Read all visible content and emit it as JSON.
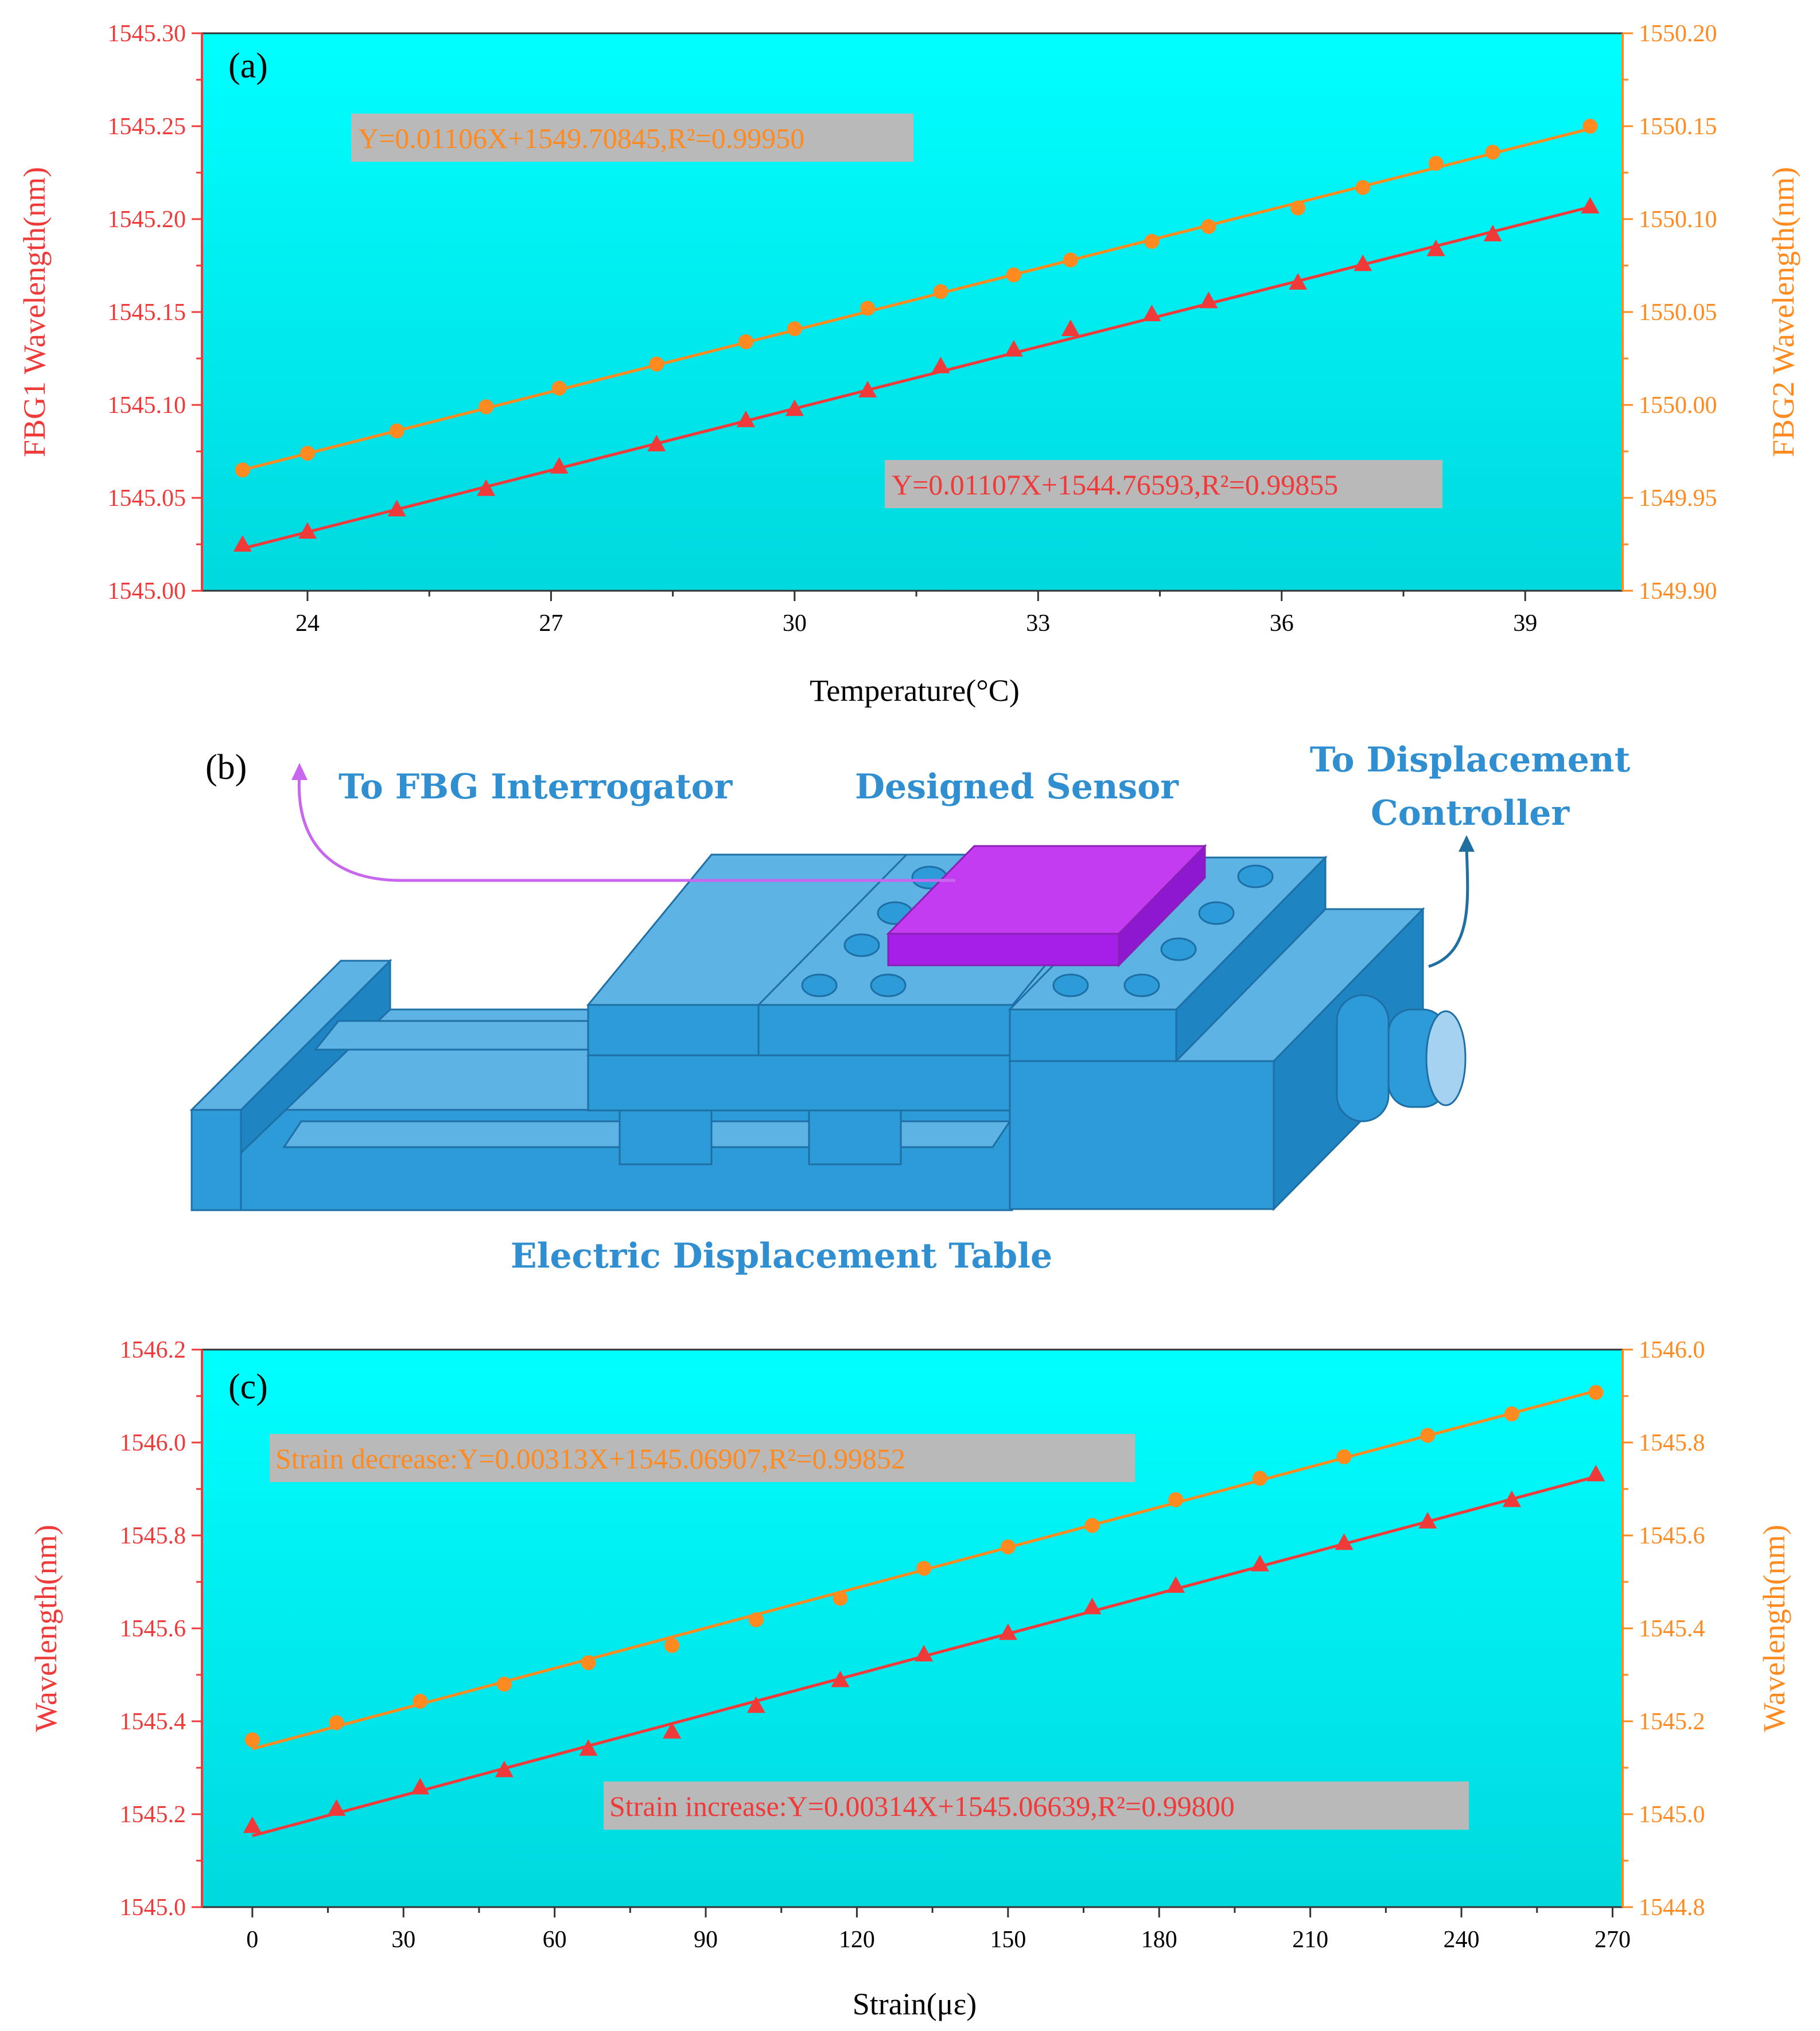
{
  "colors": {
    "red": "#f03a3a",
    "orange": "#ff8a1f",
    "plot_bg_top": "#00ffff",
    "plot_bg_bottom": "#00dbe0",
    "eqn_box": "#b9b9b9",
    "device_blue": "#2e9bd9",
    "sensor_purple": "#c43cf2",
    "label_blue": "#2f8fd0"
  },
  "chart_data": [
    {
      "panel_label": "(a)",
      "type": "line",
      "xlabel": "Temperature(°C)",
      "ylabel_left": "FBG1 Wavelength(nm)",
      "ylabel_right": "FBG2 Wavelength(nm)",
      "xlim": [
        22.7,
        40.2
      ],
      "ylim_left": [
        1545.0,
        1545.3
      ],
      "ylim_right": [
        1549.9,
        1550.2
      ],
      "x_ticks": [
        24,
        27,
        30,
        33,
        36,
        39
      ],
      "y_ticks_left": [
        "1545.00",
        "1545.05",
        "1545.10",
        "1545.15",
        "1545.20",
        "1545.25",
        "1545.30"
      ],
      "y_ticks_right": [
        "1549.90",
        "1549.95",
        "1550.00",
        "1550.05",
        "1550.10",
        "1550.15",
        "1550.20"
      ],
      "grid": false,
      "series": [
        {
          "axis": "right",
          "marker": "circle",
          "color": "#ff8a1f",
          "equation": "Y=0.01106X+1549.70845,R²=0.99950",
          "fit": {
            "slope": 0.01106,
            "intercept": 1549.70845
          },
          "x": [
            23.2,
            24.0,
            25.1,
            26.2,
            27.1,
            28.3,
            29.4,
            30.0,
            30.9,
            31.8,
            32.7,
            33.4,
            34.4,
            35.1,
            36.2,
            37.0,
            37.9,
            38.6,
            39.8
          ],
          "y": [
            1549.965,
            1549.974,
            1549.986,
            1549.999,
            1550.009,
            1550.022,
            1550.034,
            1550.041,
            1550.052,
            1550.061,
            1550.07,
            1550.078,
            1550.088,
            1550.096,
            1550.106,
            1550.117,
            1550.13,
            1550.136,
            1550.15
          ]
        },
        {
          "axis": "left",
          "marker": "triangle",
          "color": "#f03a3a",
          "equation": "Y=0.01107X+1544.76593,R²=0.99855",
          "fit": {
            "slope": 0.01107,
            "intercept": 1544.76593
          },
          "x": [
            23.2,
            24.0,
            25.1,
            26.2,
            27.1,
            28.3,
            29.4,
            30.0,
            30.9,
            31.8,
            32.7,
            33.4,
            34.4,
            35.1,
            36.2,
            37.0,
            37.9,
            38.6,
            39.8
          ],
          "y": [
            1545.025,
            1545.032,
            1545.044,
            1545.055,
            1545.067,
            1545.079,
            1545.092,
            1545.098,
            1545.108,
            1545.121,
            1545.13,
            1545.141,
            1545.149,
            1545.156,
            1545.166,
            1545.176,
            1545.184,
            1545.192,
            1545.207
          ]
        }
      ]
    },
    {
      "panel_label": "(c)",
      "type": "line",
      "xlabel": "Strain(με)",
      "ylabel_left": "Wavelength(nm)",
      "ylabel_right": "Wavelength(nm)",
      "xlim": [
        -10,
        272
      ],
      "ylim_left": [
        1544.9,
        1546.2
      ],
      "ylim_right": [
        1544.7,
        1546.0
      ],
      "x_ticks": [
        0,
        30,
        60,
        90,
        120,
        150,
        180,
        210,
        240,
        270
      ],
      "y_ticks_left": [
        "1545.0",
        "1545.2",
        "1545.4",
        "1545.6",
        "1545.8",
        "1546.0",
        "1546.2"
      ],
      "y_ticks_right": [
        "1544.8",
        "1545.0",
        "1545.2",
        "1545.4",
        "1545.6",
        "1545.8",
        "1546.0"
      ],
      "grid": false,
      "series": [
        {
          "axis": "right",
          "marker": "circle",
          "color": "#ff8a1f",
          "equation": "Strain decrease:Y=0.00313X+1545.06907,R²=0.99852",
          "fit": {
            "slope": 0.00313,
            "intercept": 1545.06907
          },
          "x": [
            0,
            16.7,
            33.3,
            50,
            66.7,
            83.3,
            100,
            116.7,
            133.3,
            150,
            166.7,
            183.3,
            200,
            216.7,
            233.3,
            250,
            266.7
          ],
          "y": [
            1545.09,
            1545.13,
            1545.18,
            1545.22,
            1545.27,
            1545.31,
            1545.37,
            1545.42,
            1545.49,
            1545.54,
            1545.59,
            1545.65,
            1545.7,
            1545.75,
            1545.8,
            1545.85,
            1545.9
          ]
        },
        {
          "axis": "left",
          "marker": "triangle",
          "color": "#f03a3a",
          "equation": "Strain increase:Y=0.00314X+1545.06639,R²=0.99800",
          "fit": {
            "slope": 0.00314,
            "intercept": 1545.06639
          },
          "x": [
            0,
            16.7,
            33.3,
            50,
            66.7,
            83.3,
            100,
            116.7,
            133.3,
            150,
            166.7,
            183.3,
            200,
            216.7,
            233.3,
            250,
            266.7
          ],
          "y": [
            1545.09,
            1545.13,
            1545.18,
            1545.22,
            1545.27,
            1545.31,
            1545.37,
            1545.43,
            1545.49,
            1545.54,
            1545.6,
            1545.65,
            1545.7,
            1545.75,
            1545.8,
            1545.85,
            1545.91
          ]
        }
      ]
    }
  ],
  "diagram": {
    "panel_label": "(b)",
    "to_interrogator": "To FBG Interrogator",
    "sensor": "Designed Sensor",
    "to_controller_line1": "To Displacement",
    "to_controller_line2": "Controller",
    "table": "Electric Displacement Table"
  }
}
